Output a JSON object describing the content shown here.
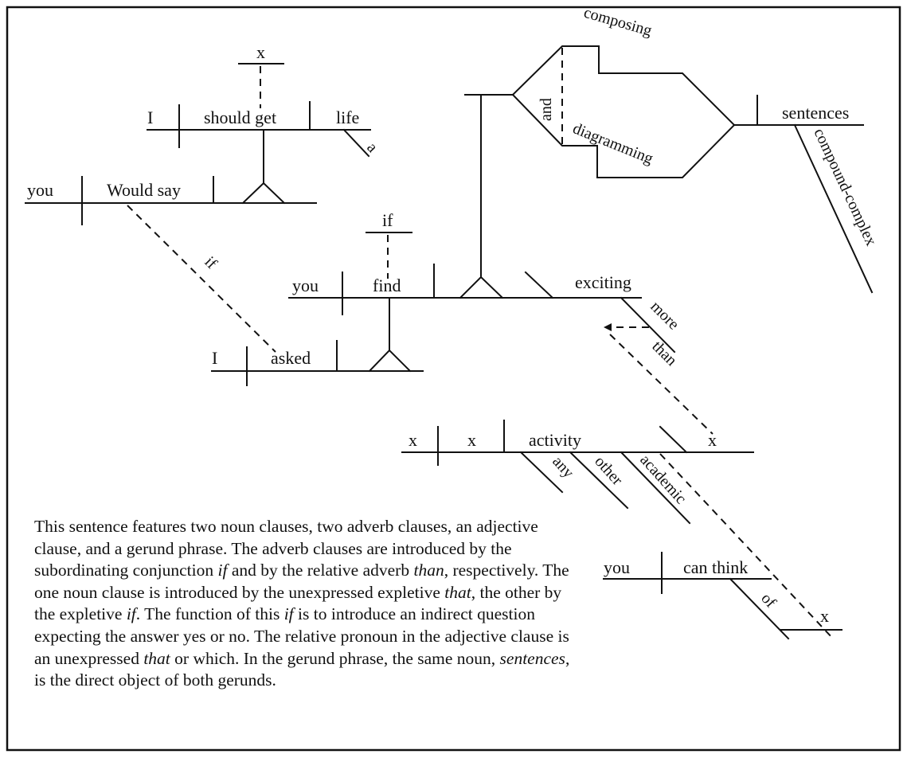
{
  "diagram": {
    "title": "Sentence diagram: compound-complex sentence",
    "main_clause": {
      "subject": "you",
      "verb": "Would say"
    },
    "noun_clause_1": {
      "connector": "x",
      "subject": "I",
      "verb": "should get",
      "object": "life",
      "object_modifier": "a"
    },
    "adverb_clause_if": {
      "connector_label": "if",
      "subject": "I",
      "verb": "asked"
    },
    "noun_clause_2": {
      "connector": "if",
      "subject": "you",
      "verb": "find",
      "complement": "exciting",
      "complement_modifier": "more",
      "relative_adverb": "than"
    },
    "gerund_phrase": {
      "gerund_1": "composing",
      "gerund_2": "diagramming",
      "conjunction": "and",
      "object": "sentences",
      "object_modifier": "compound-complex"
    },
    "than_clause": {
      "subject": "x",
      "verb": "x",
      "complement": "activity",
      "modifiers": [
        "any",
        "other",
        "academic"
      ],
      "trailing": "x"
    },
    "adjective_clause": {
      "subject": "you",
      "verb": "can think",
      "preposition": "of",
      "object": "x"
    }
  },
  "caption": {
    "segments": [
      {
        "t": "This sentence features two noun clauses, two adverb clauses, an adjective clause, and a gerund phrase. The adverb clauses are introduced by the subordinating conjunction ",
        "i": false
      },
      {
        "t": "if",
        "i": true
      },
      {
        "t": " and by the relative adverb ",
        "i": false
      },
      {
        "t": "than",
        "i": true
      },
      {
        "t": ", respectively. The one noun clause is introduced by the unexpressed expletive ",
        "i": false
      },
      {
        "t": "that",
        "i": true
      },
      {
        "t": ", the other by the expletive ",
        "i": false
      },
      {
        "t": "if",
        "i": true
      },
      {
        "t": ". The function of this ",
        "i": false
      },
      {
        "t": "if",
        "i": true
      },
      {
        "t": " is to introduce an indirect question expecting the answer yes or no. The relative pronoun in the adjective clause is an unexpressed ",
        "i": false
      },
      {
        "t": "that",
        "i": true
      },
      {
        "t": " or which. In the gerund phrase, the same noun, ",
        "i": false
      },
      {
        "t": "sentences",
        "i": true
      },
      {
        "t": ", is the direct object of both gerunds.",
        "i": false
      }
    ]
  }
}
